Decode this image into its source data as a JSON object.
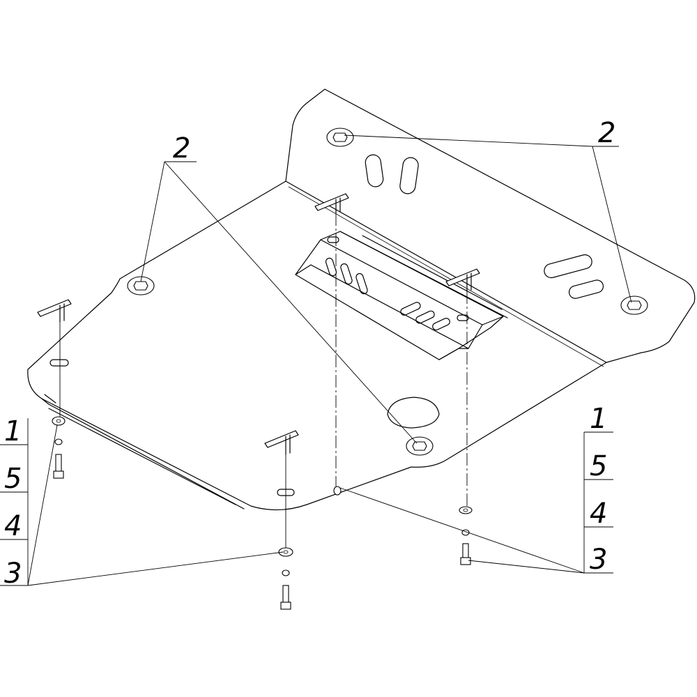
{
  "labels": {
    "left_callout_2": "2",
    "right_callout_2": "2",
    "left_stack": [
      "1",
      "5",
      "4",
      "3"
    ],
    "right_stack": [
      "1",
      "5",
      "4",
      "3"
    ]
  },
  "icons": {
    "mounting_bracket": "t-bracket",
    "bolt": "hex-bolt",
    "washer": "washer",
    "nut": "flange-nut"
  }
}
